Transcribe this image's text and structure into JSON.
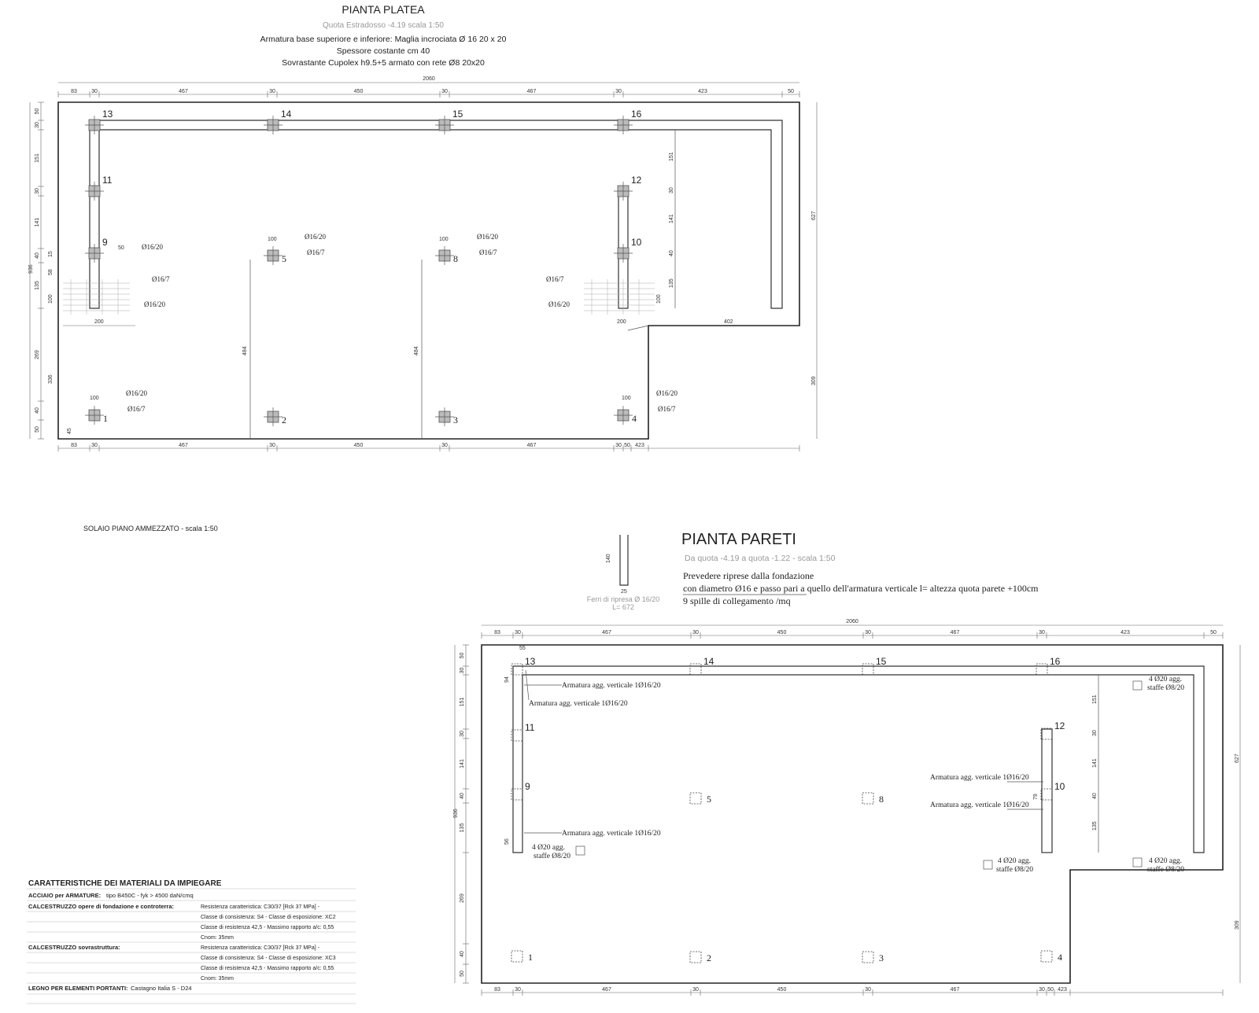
{
  "platea": {
    "title": "PIANTA PLATEA",
    "subtitle": "Quota Estradosso -4.19 scala 1:50",
    "notes": [
      "Armatura base superiore e inferiore: Maglia incrociata Ø 16  20 x 20",
      "Spessore costante cm 40",
      "Sovrastante Cupolex h9.5+5 armato con rete Ø8 20x20"
    ],
    "total_width": "2060",
    "top_dims": [
      "83",
      "30",
      "467",
      "30",
      "450",
      "30",
      "467",
      "30",
      "423",
      "50"
    ],
    "bottom_dims": [
      "83",
      "30",
      "467",
      "30",
      "450",
      "30",
      "467",
      "30",
      "50",
      "423"
    ],
    "left_dims": [
      "50",
      "30",
      "151",
      "30",
      "141",
      "40",
      "135",
      "269",
      "40",
      "50"
    ],
    "left_total": "936",
    "right_dims": [
      "627",
      "309"
    ],
    "pillars": [
      "1",
      "2",
      "3",
      "4",
      "5",
      "8",
      "9",
      "10",
      "11",
      "12",
      "13",
      "14",
      "15",
      "16"
    ],
    "rebar_labels": [
      "Ø16/20",
      "Ø16/7"
    ],
    "small_dims": [
      "100",
      "50",
      "200",
      "402",
      "484",
      "336",
      "100",
      "58",
      "15",
      "45",
      "40",
      "15"
    ]
  },
  "pareti": {
    "title": "PIANTA PARETI",
    "subtitle": "Da quota  -4.19 a quota -1.22 - scala 1:50",
    "notes": [
      "Prevedere riprese dalla fondazione",
      "con diametro Ø16 e passo pari a quello dell'armatura verticale l= altezza quota parete +100cm",
      "9 spille    di collegamento /mq"
    ],
    "ferri_label": "Ferri di ripresa Ø 16/20",
    "ferri_len": "L= 672",
    "ferri_dims": [
      "140",
      "25"
    ],
    "total_width": "2060",
    "top_dims": [
      "83",
      "30",
      "467",
      "30",
      "450",
      "30",
      "467",
      "30",
      "423",
      "50"
    ],
    "bottom_dims": [
      "83",
      "30",
      "467",
      "30",
      "450",
      "30",
      "467",
      "30",
      "50",
      "423"
    ],
    "left_dims": [
      "50",
      "30",
      "151",
      "30",
      "141",
      "40",
      "135",
      "269",
      "40",
      "50"
    ],
    "left_total": "936",
    "right_dims": [
      "627",
      "309"
    ],
    "inner_dims": [
      "55",
      "94",
      "56",
      "79",
      "151",
      "30",
      "141",
      "40",
      "135"
    ],
    "annotations": [
      "Armatura agg. verticale 1Ø16/20"
    ],
    "staffe_a": "4 Ø20 agg.",
    "staffe_b": "staffe Ø8/20"
  },
  "solaio_label": "SOLAIO PIANO AMMEZZATO - scala 1:50",
  "materials": {
    "title": "CARATTERISTICHE DEI MATERIALI DA IMPIEGARE",
    "acciaio_label": "ACCIAIO per ARMATURE:",
    "acciaio_value": "tipo B450C - fyk > 4500 daN/cmq",
    "cls_fond_label": "CALCESTRUZZO opere di fondazione e controterra:",
    "cls_fond": [
      "Resistenza caratteristica:  C30/37 [Rck 37 MPa] -",
      "Classe di consistenza: S4 - Classe di esposizione:  XC2",
      "Classe di resistenza 42,5 - Massimo rapporto a/c: 0,55",
      "Cnom: 35mm"
    ],
    "cls_sovr_label": "CALCESTRUZZO sovrastruttura:",
    "cls_sovr": [
      "Resistenza caratteristica:  C30/37 [Rck 37 MPa] -",
      "Classe di consistenza: S4 - Classe di esposizione:  XC3",
      "Classe di resistenza 42,5 - Massimo rapporto a/c: 0,55",
      "Cnom: 35mm"
    ],
    "legno_label": "LEGNO PER ELEMENTI PORTANTI:",
    "legno_value": "Castagno Italia S - D24"
  }
}
